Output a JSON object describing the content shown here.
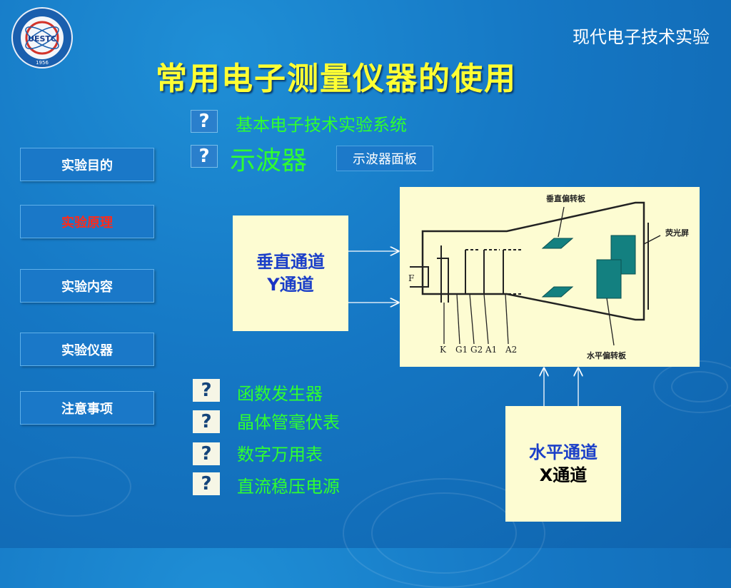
{
  "header": {
    "course_title": "现代电子技术实验",
    "page_title": "常用电子测量仪器的使用",
    "logo": {
      "text": "UESTC",
      "year": "1956"
    }
  },
  "sidebar": {
    "items": [
      {
        "label": "实验目的"
      },
      {
        "label": "实验原理"
      },
      {
        "label": "实验内容"
      },
      {
        "label": "实验仪器"
      },
      {
        "label": "注意事项"
      }
    ]
  },
  "content": {
    "question_mark": "?",
    "top_items": [
      {
        "label": "基本电子技术实验系统"
      },
      {
        "label": "示波器"
      }
    ],
    "panel_button": "示波器面板",
    "bottom_items": [
      {
        "label": "函数发生器"
      },
      {
        "label": "晶体管毫伏表"
      },
      {
        "label": "数字万用表"
      },
      {
        "label": "直流稳压电源"
      }
    ]
  },
  "diagram": {
    "y_box": {
      "line1": "垂直通道",
      "line2_latin": "Y",
      "line2_cjk": "通道"
    },
    "x_box": {
      "line1": "水平通道",
      "line2_latin": "X",
      "line2_cjk": "通道"
    },
    "crt_labels": {
      "vertical_plates": "垂直偏转板",
      "screen": "荧光屏",
      "horizontal_plates": "水平偏转板",
      "filament": "F",
      "electrodes": [
        "K",
        "G1",
        "G2",
        "A1",
        "A2"
      ]
    }
  }
}
